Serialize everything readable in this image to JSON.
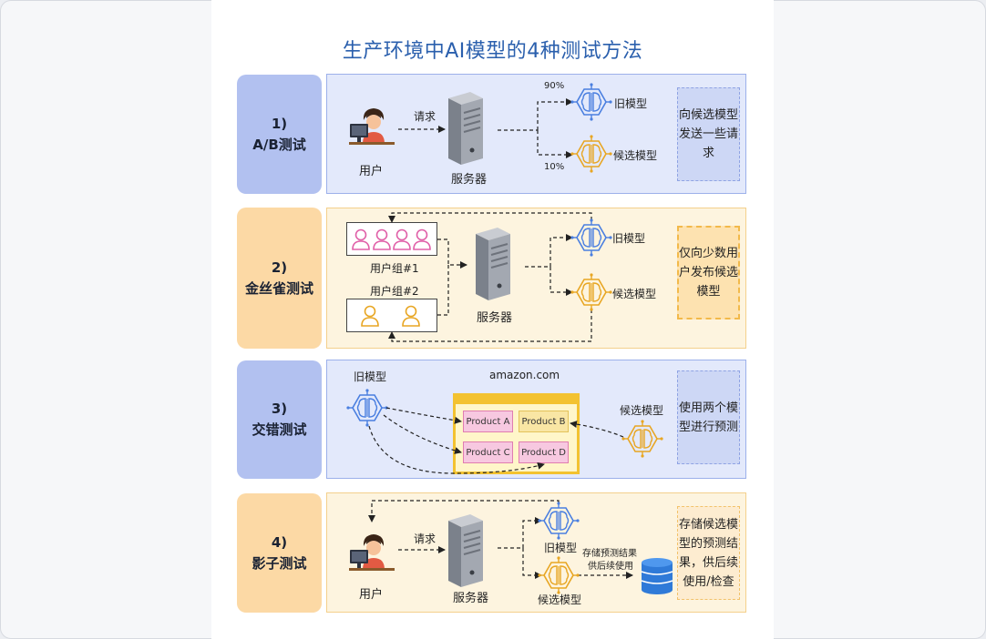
{
  "title": "生产环境中AI模型的4种测试方法",
  "sections": [
    {
      "label_line1": "1)",
      "label_line2": "A/B测试",
      "user": "用户",
      "request": "请求",
      "server": "服务器",
      "pct_old": "90%",
      "pct_new": "10%",
      "old_model": "旧模型",
      "candidate_model": "候选模型",
      "note": "向候选模型发送一些请求"
    },
    {
      "label_line1": "2)",
      "label_line2": "金丝雀测试",
      "group1": "用户组#1",
      "group2": "用户组#2",
      "server": "服务器",
      "old_model": "旧模型",
      "candidate_model": "候选模型",
      "note": "仅向少数用户发布候选模型"
    },
    {
      "label_line1": "3)",
      "label_line2": "交错测试",
      "old_model": "旧模型",
      "site": "amazon.com",
      "candidate_model": "候选模型",
      "products": [
        "Product A",
        "Product B",
        "Product C",
        "Product D"
      ],
      "note": "使用两个模型进行预测"
    },
    {
      "label_line1": "4)",
      "label_line2": "影子测试",
      "user": "用户",
      "request": "请求",
      "server": "服务器",
      "old_model": "旧模型",
      "candidate_model": "候选模型",
      "store_line1": "存储预测结果",
      "store_line2": "供后续使用",
      "note": "存储候选模型的预测结果，供后续使用/检查"
    }
  ],
  "colors": {
    "title": "#2a5fad",
    "blue_label": "#b2c1f0",
    "orange_label": "#fcd9a5",
    "old_model": "#4a7fe0",
    "candidate_model": "#e8a623",
    "group1": "#e060a8",
    "group2": "#e8a623",
    "database": "#2f7ad8"
  }
}
